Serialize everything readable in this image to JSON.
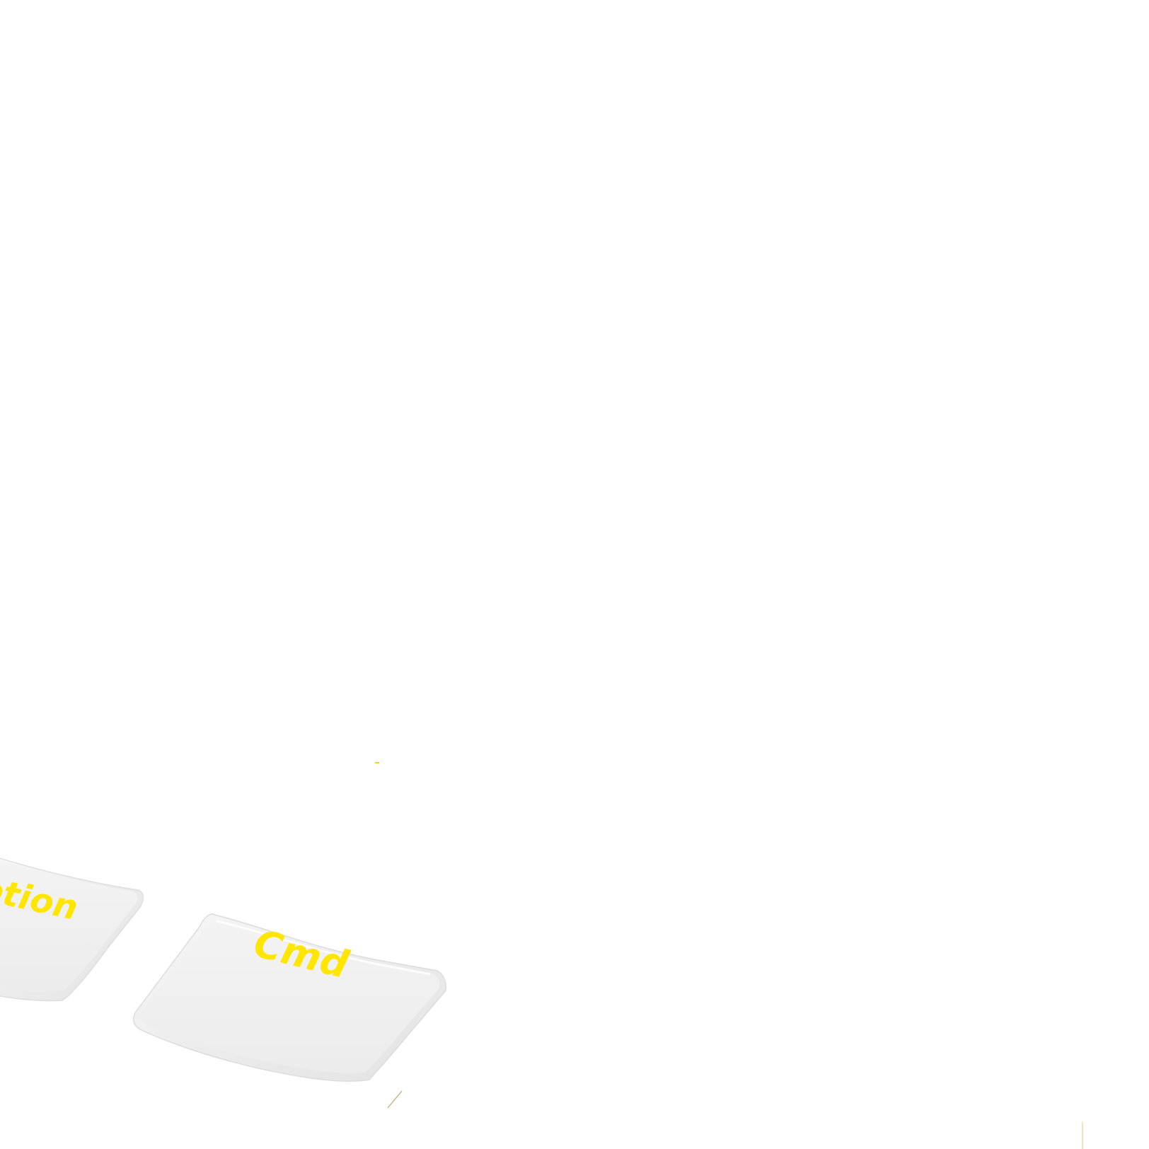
{
  "scene": {
    "description_type": "product-photo",
    "background_color": "#ffffff"
  },
  "keys": [
    {
      "id": "option",
      "label": "Option",
      "visible_label": "ption",
      "label_color": "#ffe600",
      "cap_color": "#efefef"
    },
    {
      "id": "cmd",
      "label": "Cmd",
      "label_color": "#ffe600",
      "cap_color": "#efefef"
    }
  ]
}
